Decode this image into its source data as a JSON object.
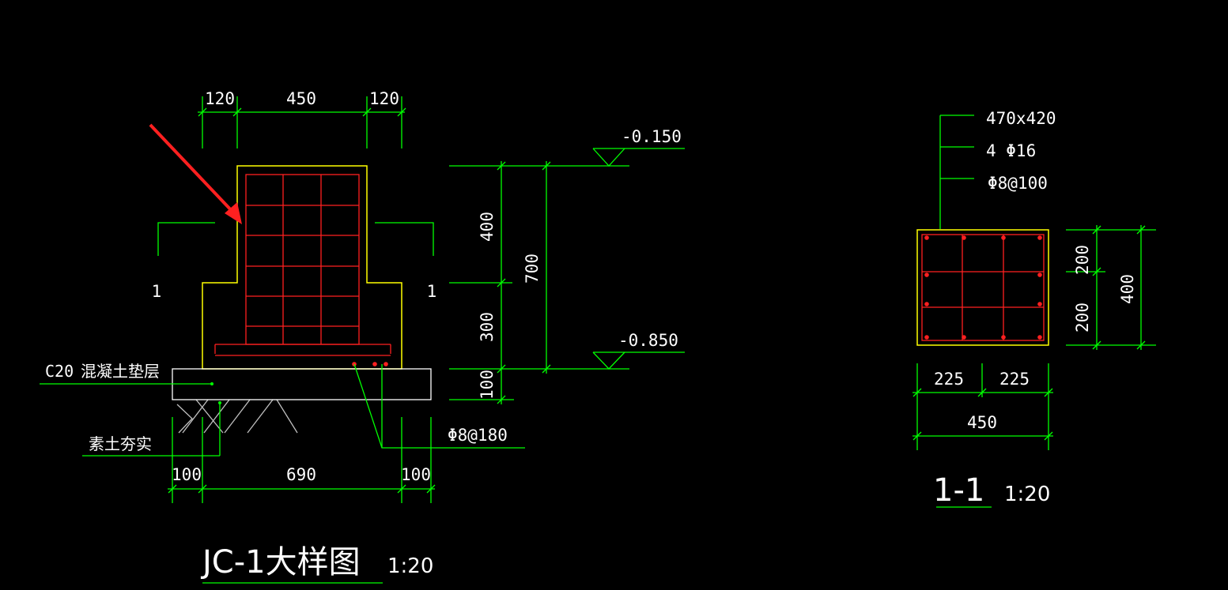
{
  "detail": {
    "dims_top": [
      "120",
      "450",
      "120"
    ],
    "dims_bottom": [
      "100",
      "690",
      "100"
    ],
    "dims_right": [
      "400",
      "300",
      "100"
    ],
    "dim_total": "700",
    "elev_top": "-0.150",
    "elev_bottom": "-0.850",
    "cut_mark": "1",
    "label_c20": "C20",
    "label_cushion": "混凝土垫层",
    "label_soil": "素土夯实",
    "label_bar": "Φ8@180",
    "title": "JC-1大样图",
    "scale": "1:20"
  },
  "section": {
    "size": "470x420",
    "main_bar": "4 Φ16",
    "stirrup": "Φ8@100",
    "dims_right": [
      "200",
      "200"
    ],
    "dim_right_total": "400",
    "dims_bottom": [
      "225",
      "225"
    ],
    "dim_bottom_total": "450",
    "title": "1-1",
    "scale": "1:20"
  },
  "colors": {
    "dimension": "#00ff00",
    "outline": "#ffff00",
    "rebar": "#ff2020",
    "arrow": "#ff2020",
    "text": "#ffffff"
  }
}
